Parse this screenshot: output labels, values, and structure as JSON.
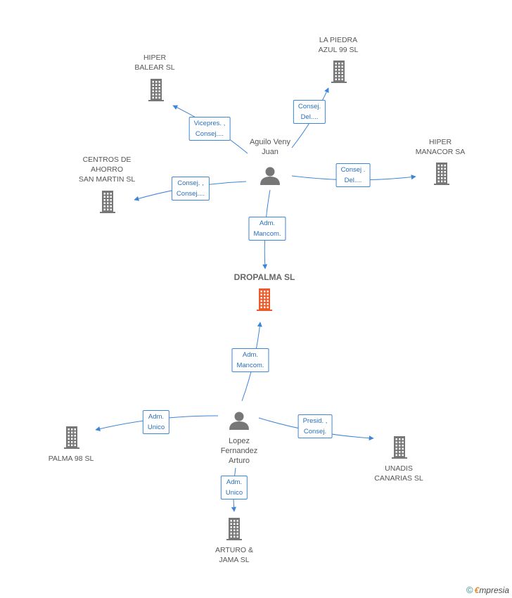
{
  "colors": {
    "edge": "#3d85d6",
    "building": "#777777",
    "center_building": "#f05a28",
    "person": "#777777"
  },
  "center": {
    "name": "DROPALMA SL",
    "icon": "building-icon"
  },
  "people": [
    {
      "id": "aguilo",
      "name": "Aguilo Veny\nJuan",
      "icon": "person-icon"
    },
    {
      "id": "lopez",
      "name": "Lopez\nFernandez\nArturo",
      "icon": "person-icon"
    }
  ],
  "companies": [
    {
      "id": "hiper-balear",
      "name": "HIPER\nBALEAR SL"
    },
    {
      "id": "la-piedra",
      "name": "LA PIEDRA\nAZUL 99 SL"
    },
    {
      "id": "hiper-manacor",
      "name": "HIPER\nMANACOR SA"
    },
    {
      "id": "centros",
      "name": "CENTROS DE\nAHORRO\nSAN MARTIN SL"
    },
    {
      "id": "palma98",
      "name": "PALMA 98 SL"
    },
    {
      "id": "unadis",
      "name": "UNADIS\nCANARIAS SL"
    },
    {
      "id": "arturo-jama",
      "name": "ARTURO &\nJAMA SL"
    }
  ],
  "edges": [
    {
      "from": "aguilo",
      "to": "hiper-balear",
      "label": "Vicepres. ,\nConsej...."
    },
    {
      "from": "aguilo",
      "to": "la-piedra",
      "label": "Consej.\nDel...."
    },
    {
      "from": "aguilo",
      "to": "hiper-manacor",
      "label": "Consej .\nDel...."
    },
    {
      "from": "aguilo",
      "to": "centros",
      "label": "Consej. ,\nConsej...."
    },
    {
      "from": "aguilo",
      "to": "dropalma",
      "label": "Adm.\nMancom."
    },
    {
      "from": "lopez",
      "to": "dropalma",
      "label": "Adm.\nMancom."
    },
    {
      "from": "lopez",
      "to": "palma98",
      "label": "Adm.\nUnico"
    },
    {
      "from": "lopez",
      "to": "unadis",
      "label": "Presid. ,\nConsej."
    },
    {
      "from": "lopez",
      "to": "arturo-jama",
      "label": "Adm.\nUnico"
    }
  ],
  "footer": {
    "copyright": "©",
    "brand_initial": "€",
    "brand_rest": "mpresia"
  }
}
